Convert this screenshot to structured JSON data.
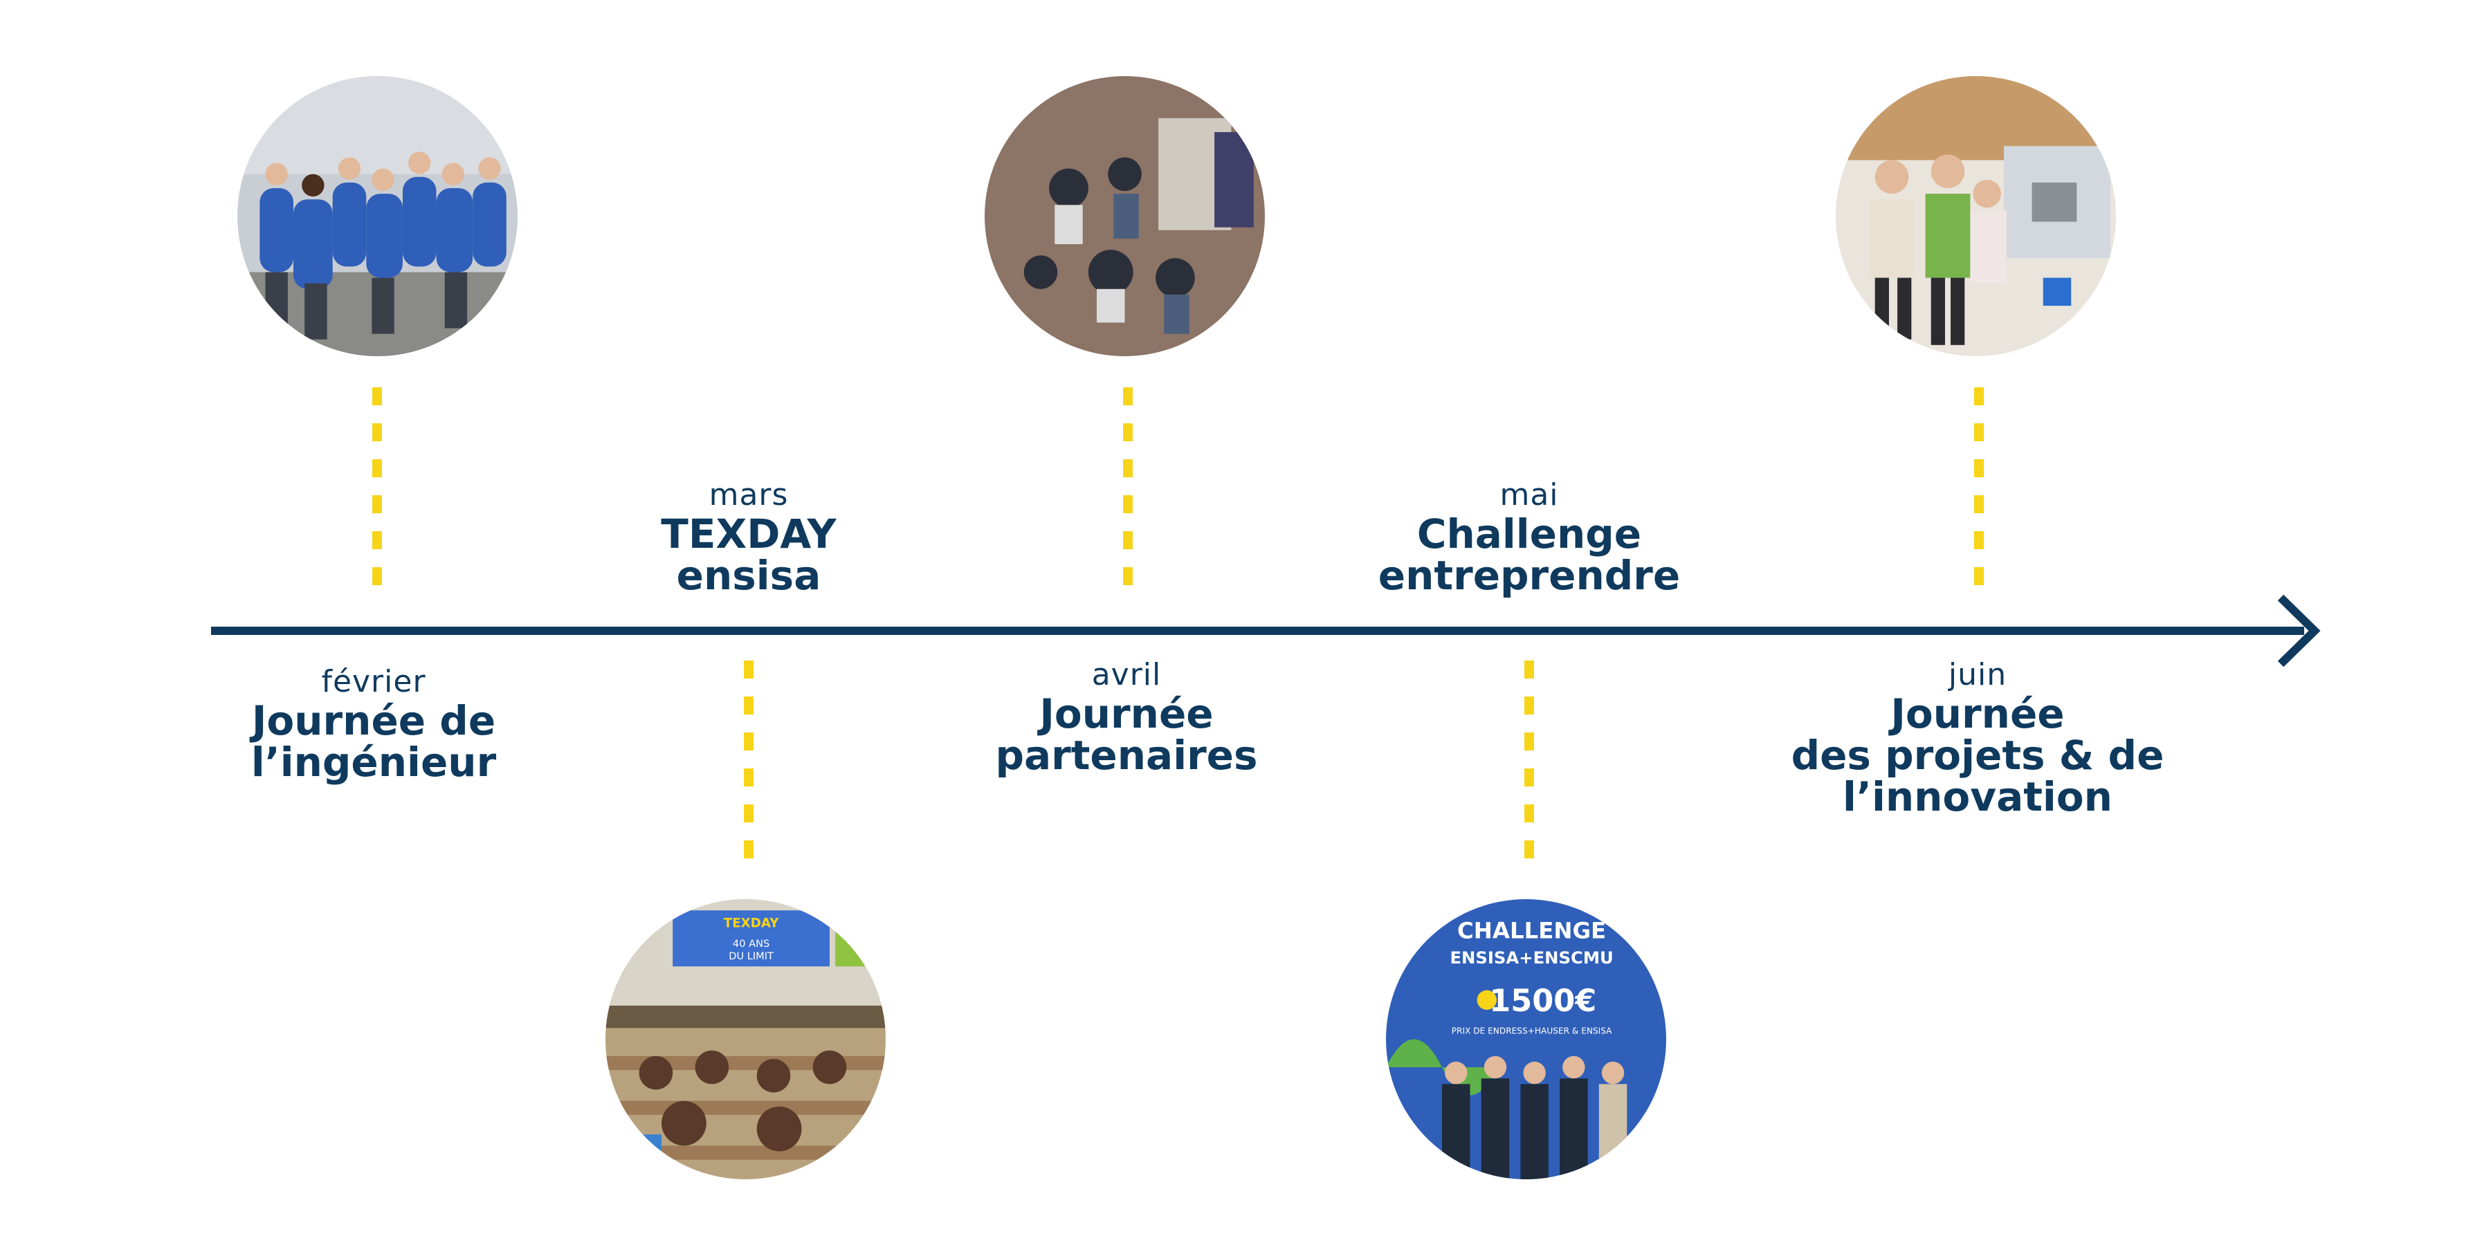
{
  "events": [
    {
      "id": "fevrier",
      "month": "février",
      "title_lines": [
        "Journée de",
        "l’ingénieur"
      ],
      "photo_icon": "group-blue-hoodies-photo"
    },
    {
      "id": "mars",
      "month": "mars",
      "title_lines": [
        "TEXDAY",
        "ensisa"
      ],
      "photo_icon": "lecture-hall-photo",
      "photo_text": [
        "TEXDAY",
        "40 ANS",
        "DU LIMIT"
      ]
    },
    {
      "id": "avril",
      "month": "avril",
      "title_lines": [
        "Journée",
        "partenaires"
      ],
      "photo_icon": "partners-fair-photo"
    },
    {
      "id": "mai",
      "month": "mai",
      "title_lines": [
        "Challenge",
        "entreprendre"
      ],
      "photo_icon": "challenge-award-photo",
      "photo_text": [
        "CHALLENGE",
        "ENSISA+ENSCMU",
        "1500€",
        "PRIX DE ENDRESS+HAUSER & ENSISA"
      ]
    },
    {
      "id": "juin",
      "month": "juin",
      "title_lines": [
        "Journée",
        "des projets & de",
        "l’innovation"
      ],
      "photo_icon": "project-demo-photo"
    }
  ],
  "colors": {
    "navy": "#0f3a5e",
    "yellow": "#f7d417",
    "photo_blue": "#2f5fb8"
  }
}
